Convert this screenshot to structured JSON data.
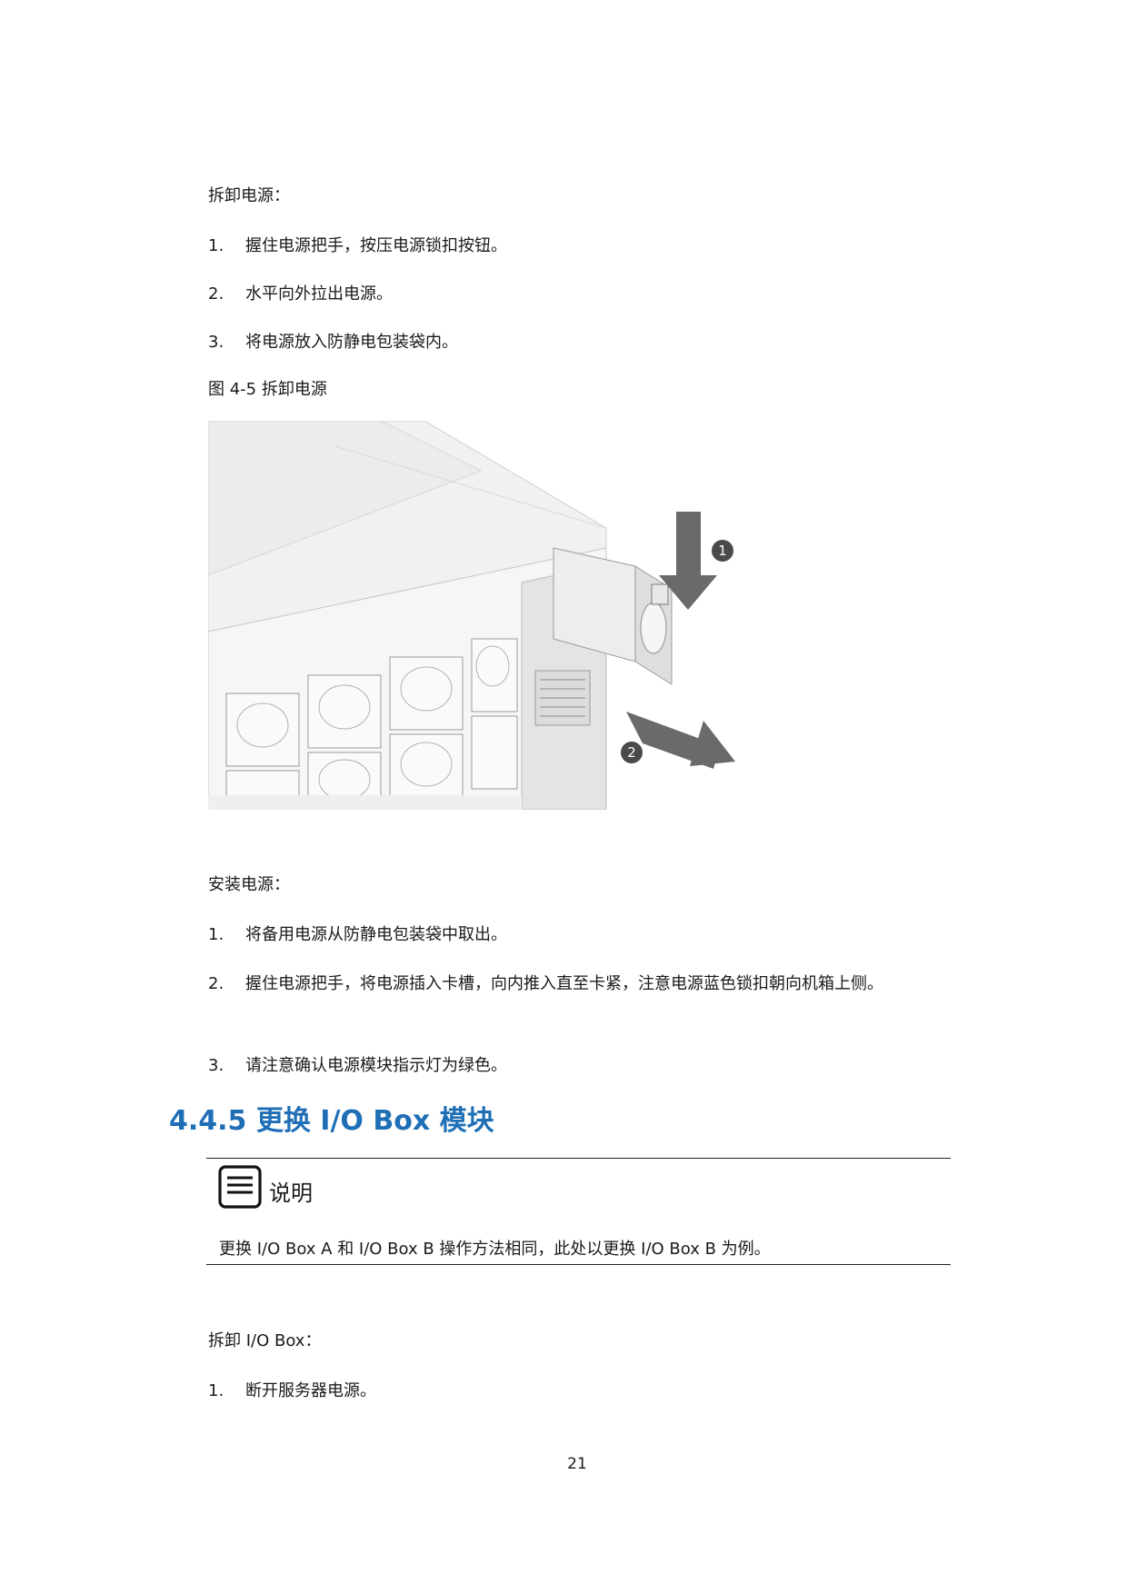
{
  "remove_psu": {
    "intro": "拆卸电源：",
    "steps": [
      {
        "num": "1.",
        "text": "握住电源把手，按压电源锁扣按钮。"
      },
      {
        "num": "2.",
        "text": "水平向外拉出电源。"
      },
      {
        "num": "3.",
        "text": "将电源放入防静电包装袋内。"
      }
    ]
  },
  "figure": {
    "caption": "图 4-5  拆卸电源",
    "callouts": [
      "1",
      "2"
    ]
  },
  "install_psu": {
    "intro": "安装电源：",
    "steps": [
      {
        "num": "1.",
        "text": "将备用电源从防静电包装袋中取出。"
      },
      {
        "num": "2.",
        "text": "握住电源把手，将电源插入卡槽，向内推入直至卡紧，注意电源蓝色锁扣朝向机箱上侧。"
      },
      {
        "num": "3.",
        "text": "请注意确认电源模块指示灯为绿色。"
      }
    ]
  },
  "section": {
    "heading": "4.4.5 更换 I/O Box 模块"
  },
  "note": {
    "label": "说明",
    "text": "更换 I/O Box A 和 I/O Box B 操作方法相同，此处以更换 I/O Box B 为例。",
    "icon": "note-icon"
  },
  "remove_iobox": {
    "intro": "拆卸 I/O Box：",
    "steps": [
      {
        "num": "1.",
        "text": "断开服务器电源。"
      }
    ]
  },
  "page_number": "21",
  "colors": {
    "heading": "#1f6fb6",
    "arrow": "#6a6a6a",
    "chassis": "#efefef"
  }
}
